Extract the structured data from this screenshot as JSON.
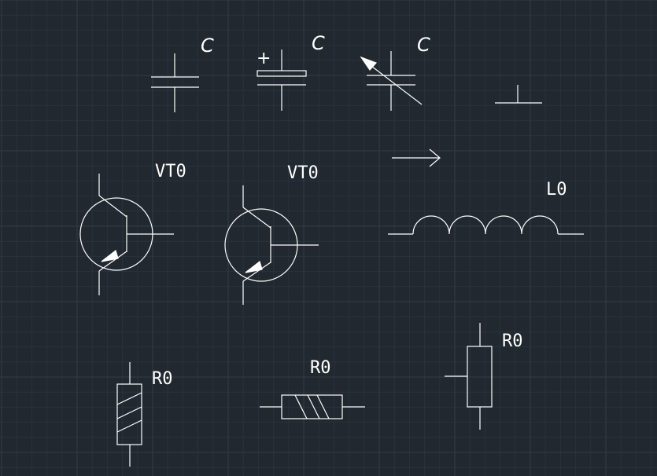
{
  "labels": {
    "cap1": "C",
    "cap2": "C",
    "cap3": "C",
    "cap2_plus": "+",
    "vt1": "VT0",
    "vt2": "VT0",
    "inductor": "L0",
    "r1": "R0",
    "r2": "R0",
    "r3": "R0"
  },
  "colors": {
    "background": "#212830",
    "grid_minor": "#2a323b",
    "grid_major": "#323b45",
    "stroke": "#ffffff"
  }
}
